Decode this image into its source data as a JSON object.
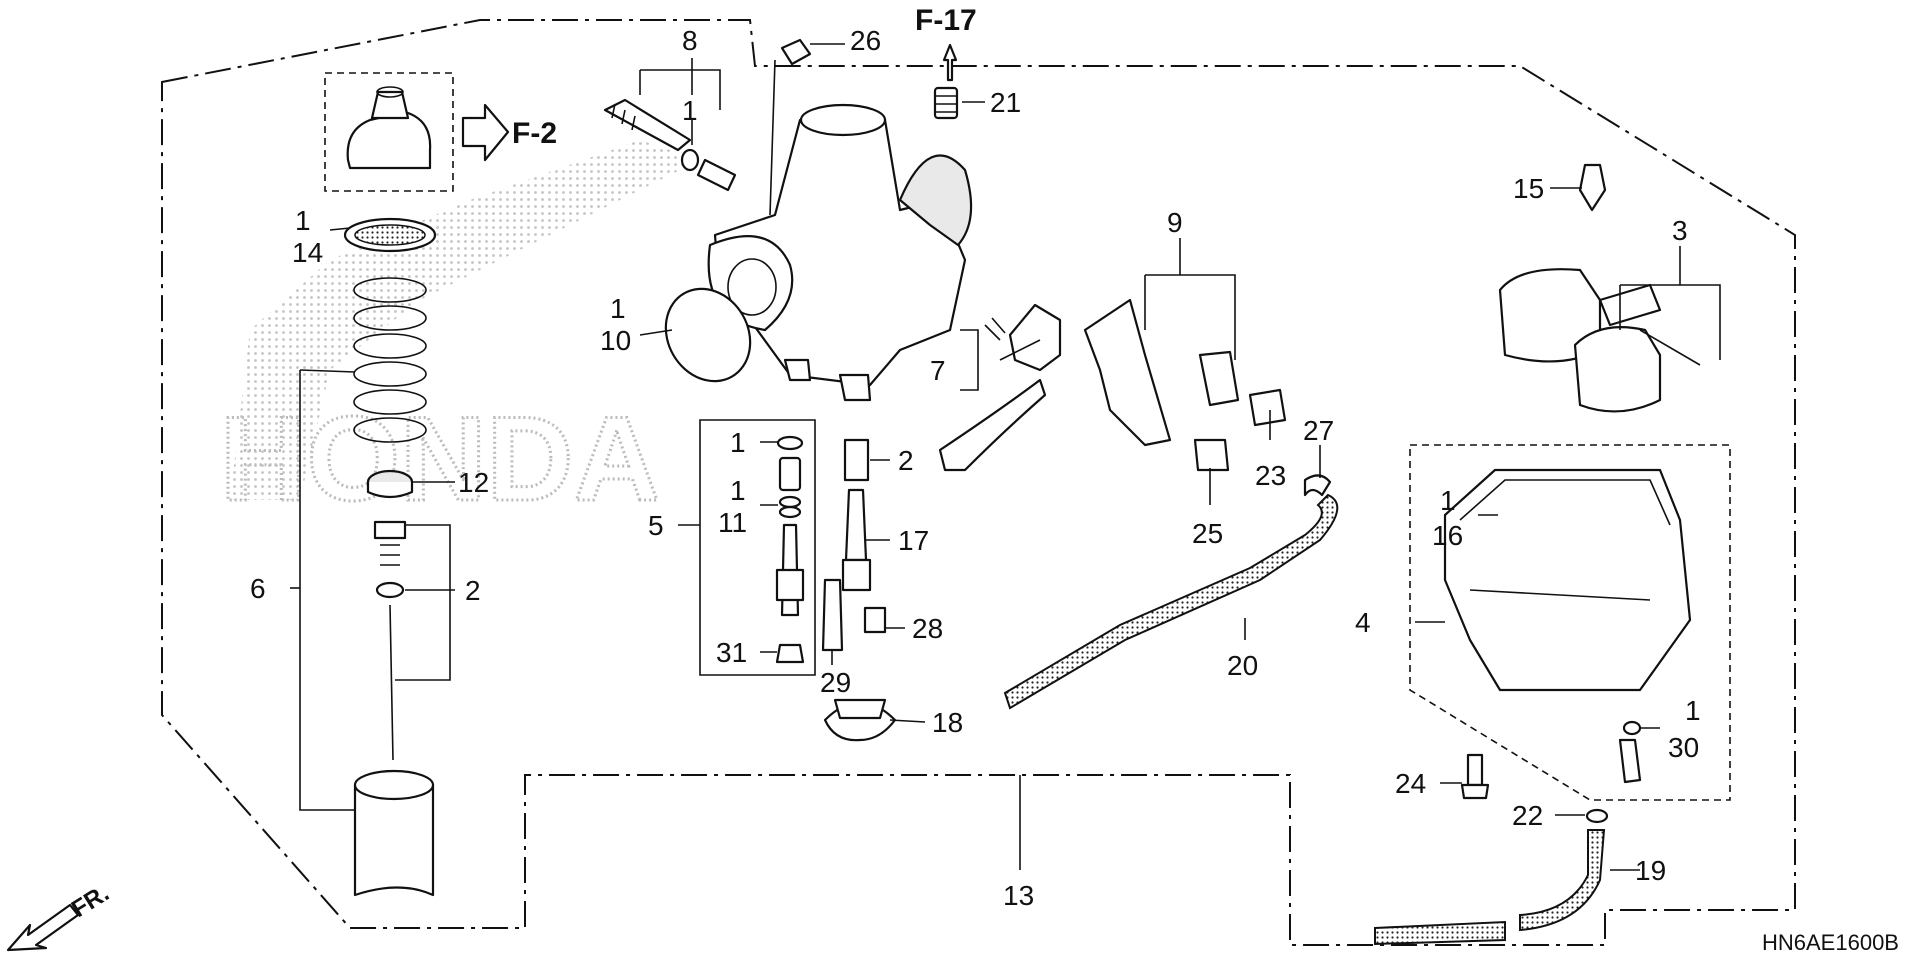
{
  "diagram": {
    "code": "HN6AE1600B",
    "front_label": "FR.",
    "watermark": "HONDA",
    "references": [
      "F-2",
      "F-17"
    ],
    "callouts": [
      {
        "id": "c1a",
        "text": "1"
      },
      {
        "id": "c1b",
        "text": "1"
      },
      {
        "id": "c1c",
        "text": "1"
      },
      {
        "id": "c1d",
        "text": "1"
      },
      {
        "id": "c1e",
        "text": "1"
      },
      {
        "id": "c1f",
        "text": "1"
      },
      {
        "id": "c1g",
        "text": "1"
      },
      {
        "id": "c2a",
        "text": "2"
      },
      {
        "id": "c2b",
        "text": "2"
      },
      {
        "id": "c3",
        "text": "3"
      },
      {
        "id": "c4",
        "text": "4"
      },
      {
        "id": "c5",
        "text": "5"
      },
      {
        "id": "c6",
        "text": "6"
      },
      {
        "id": "c7",
        "text": "7"
      },
      {
        "id": "c8",
        "text": "8"
      },
      {
        "id": "c9",
        "text": "9"
      },
      {
        "id": "c10",
        "text": "10"
      },
      {
        "id": "c11",
        "text": "11"
      },
      {
        "id": "c12",
        "text": "12"
      },
      {
        "id": "c13",
        "text": "13"
      },
      {
        "id": "c14",
        "text": "14"
      },
      {
        "id": "c15",
        "text": "15"
      },
      {
        "id": "c16",
        "text": "16"
      },
      {
        "id": "c17",
        "text": "17"
      },
      {
        "id": "c18",
        "text": "18"
      },
      {
        "id": "c19",
        "text": "19"
      },
      {
        "id": "c20",
        "text": "20"
      },
      {
        "id": "c21",
        "text": "21"
      },
      {
        "id": "c22",
        "text": "22"
      },
      {
        "id": "c23",
        "text": "23"
      },
      {
        "id": "c24",
        "text": "24"
      },
      {
        "id": "c25",
        "text": "25"
      },
      {
        "id": "c26",
        "text": "26"
      },
      {
        "id": "c27",
        "text": "27"
      },
      {
        "id": "c28",
        "text": "28"
      },
      {
        "id": "c29",
        "text": "29"
      },
      {
        "id": "c30",
        "text": "30"
      },
      {
        "id": "c31",
        "text": "31"
      }
    ]
  }
}
